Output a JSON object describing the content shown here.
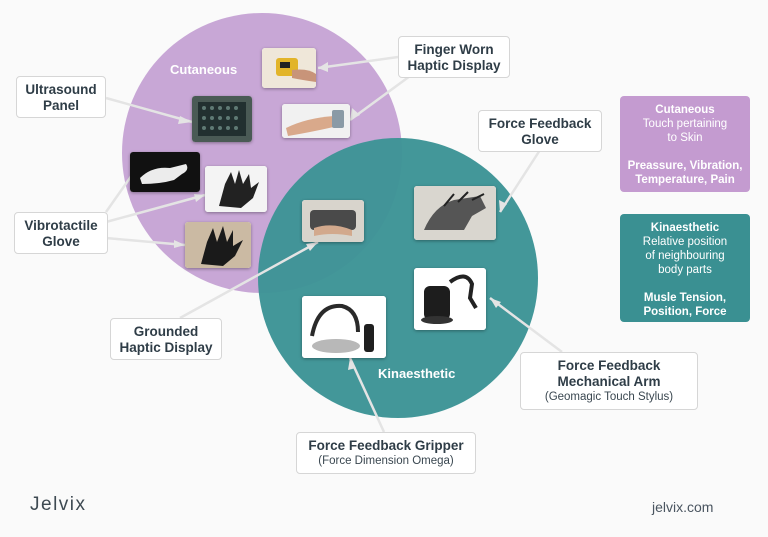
{
  "circles": {
    "cutaneous": {
      "label": "Cutaneous",
      "color": "#c8a7d6"
    },
    "kinaesthetic": {
      "label": "Kinaesthetic",
      "color": "#3d9496"
    }
  },
  "callouts": {
    "finger_worn": {
      "title": "Finger Worn\nHaptic Display"
    },
    "ultrasound": {
      "title": "Ultrasound\nPanel"
    },
    "force_glove": {
      "title": "Force Feedback\nGlove"
    },
    "vibrotactile": {
      "title": "Vibrotactile\nGlove"
    },
    "grounded": {
      "title": "Grounded\nHaptic Display"
    },
    "mech_arm": {
      "title": "Force Feedback\nMechanical Arm",
      "sub": "(Geomagic Touch Stylus)"
    },
    "gripper": {
      "title": "Force Feedback Gripper",
      "sub": "(Force Dimension Omega)"
    }
  },
  "panels": {
    "cutaneous": {
      "title": "Cutaneous",
      "desc": "Touch pertaining\nto Skin",
      "detail": "Preassure, Vibration,\nTemperature, Pain",
      "color": "#c49bd0"
    },
    "kinaesthetic": {
      "title": "Kinaesthetic",
      "desc": "Relative position\nof neighbouring\nbody parts",
      "detail": "Musle Tension,\nPosition, Force",
      "color": "#3a9092"
    }
  },
  "images": {
    "finger_worn": "finger-worn-display-photo",
    "finger_pad": "finger-tip-device-photo",
    "ultrasound": "ultrasound-panel-photo",
    "vibro_1": "vibrotactile-glove-photo",
    "vibro_2": "vibrotactile-glove-photo",
    "vibro_3": "vibrotactile-glove-photo",
    "grounded": "grounded-display-photo",
    "force_glove": "force-feedback-glove-photo",
    "mech_arm": "mechanical-arm-photo",
    "gripper": "gripper-photo"
  },
  "footer": {
    "logo": "Jelvix",
    "site": "jelvix.com"
  }
}
